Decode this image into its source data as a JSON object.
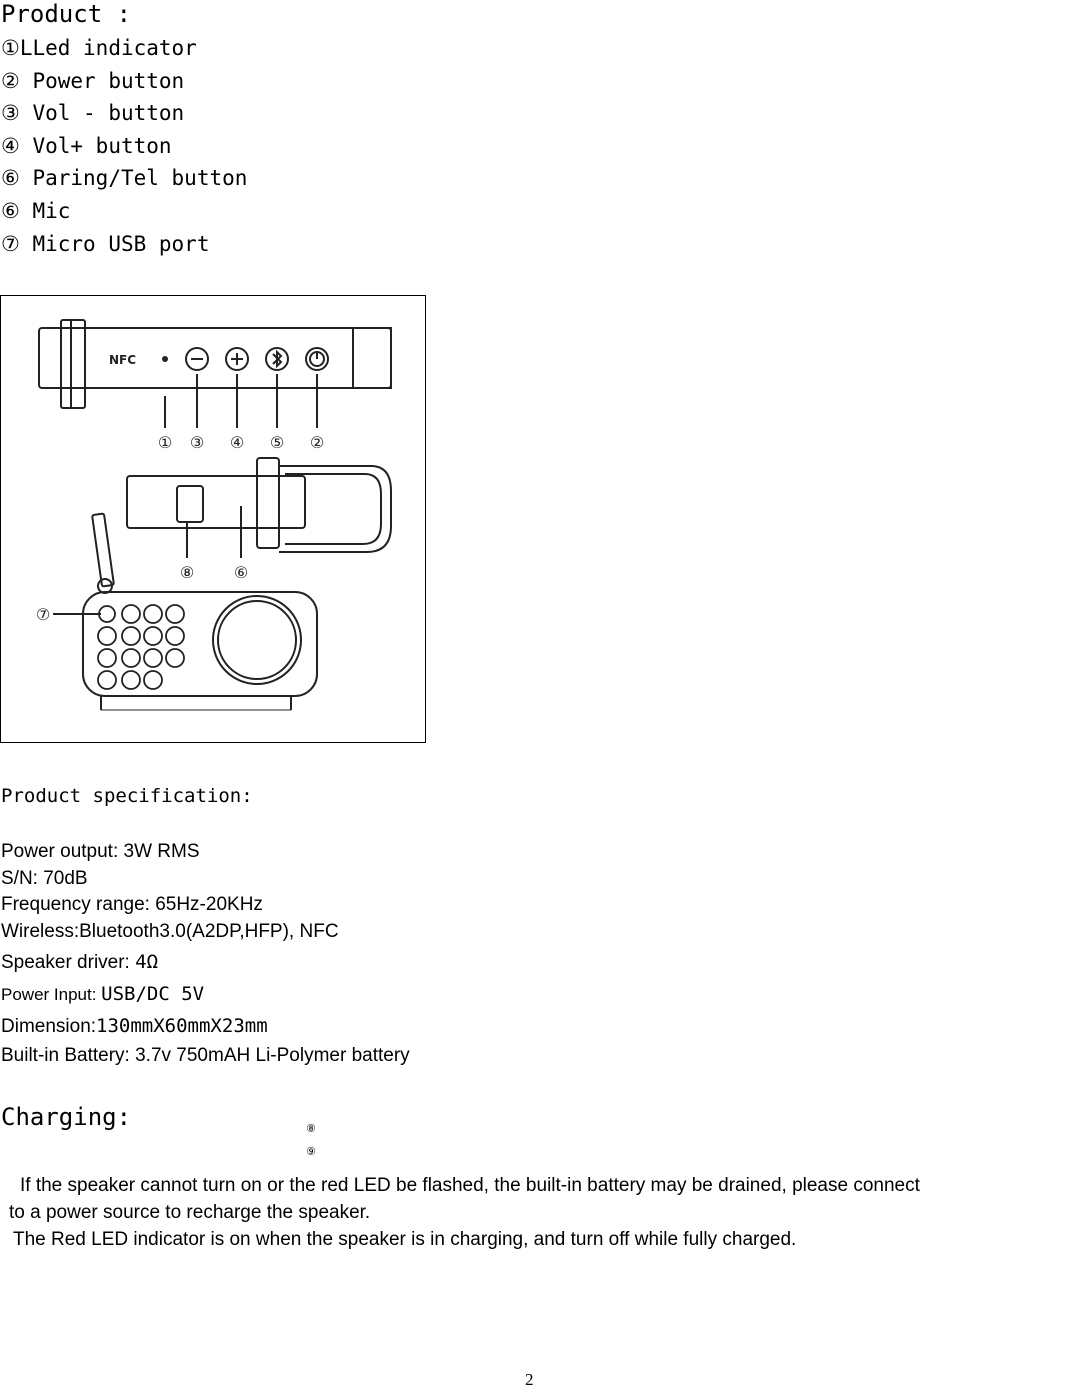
{
  "product_title": "Product :",
  "parts": [
    "①LLed indicator",
    "② Power button",
    "③  Vol - button",
    "④  Vol+ button",
    "⑥ Paring/Tel button",
    "⑥ Mic",
    "⑦ Micro USB port"
  ],
  "figure": {
    "nfc_label": "NFC",
    "callouts": [
      "①",
      "③",
      "④",
      "⑤",
      "②",
      "⑧",
      "⑥",
      "⑦"
    ]
  },
  "spec_title": "Product specification:",
  "specs": {
    "power_output": "Power output: 3W RMS",
    "sn": "S/N: 70dB",
    "frequency": "Frequency range: 65Hz-20KHz",
    "wireless": "Wireless:Bluetooth3.0(A2DP,HFP), NFC",
    "driver_label": "Speaker driver: ",
    "driver_value": "4Ω",
    "input_label": "Power Input: ",
    "input_value": "USB/DC 5V",
    "dimension_label": "Dimension:",
    "dimension_value": "130mmX60mmX23mm",
    "battery": "Built-in Battery: 3.7v 750mAH Li-Polymer battery"
  },
  "charging_title": "Charging:",
  "stray_marks": [
    "⑧",
    "⑨"
  ],
  "charging_text": {
    "line1": "If the speaker cannot turn on or the red LED be flashed, the built-in battery may be drained, please connect",
    "line2": "to a power source to recharge the speaker.",
    "line3": "The Red LED indicator is  on when the speaker is in charging, and turn off while fully charged."
  },
  "page_number": "2"
}
